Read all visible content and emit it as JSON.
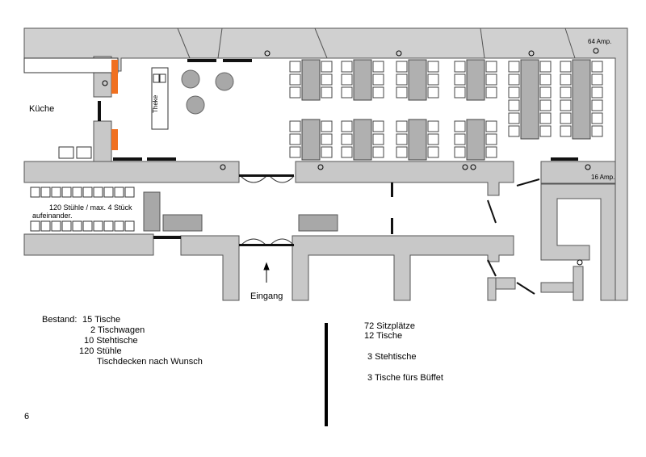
{
  "plan": {
    "kitchen_label": "Küche",
    "bar_label": "Theke",
    "chairs_note_line1": "120 Stühle / max. 4 Stück",
    "chairs_note_line2": "aufeinander.",
    "entrance_label": "Eingang",
    "power_top": "64 Amp.",
    "power_right": "16 Amp."
  },
  "inventory": {
    "title": "Bestand:",
    "lines": [
      "15 Tische",
      "2 Tischwagen",
      "10 Stehtische",
      "120 Stühle",
      "Tischdecken nach Wunsch"
    ]
  },
  "setup": {
    "lines": [
      "72 Sitzplätze",
      "12 Tische",
      "3 Stehtische",
      "3 Tische fürs Büffet"
    ]
  },
  "page_number": "6"
}
